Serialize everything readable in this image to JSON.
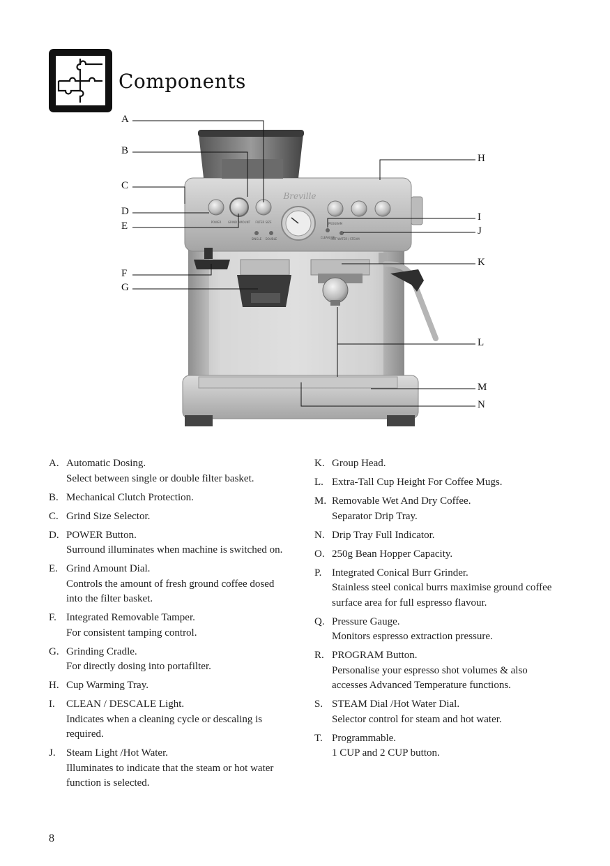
{
  "header": {
    "title": "Components",
    "icon": "puzzle-icon"
  },
  "figure": {
    "brand": "Breville",
    "panel_labels": [
      "POWER",
      "GRIND AMOUNT",
      "FILTER SIZE",
      "SINGLE",
      "DOUBLE",
      "PROGRAM",
      "CLEAN ME",
      "HOT WATER / STEAM"
    ],
    "callouts": [
      "A",
      "B",
      "C",
      "D",
      "E",
      "F",
      "G",
      "H",
      "I",
      "J",
      "K",
      "L",
      "M",
      "N"
    ]
  },
  "components_left": [
    {
      "letter": "A.",
      "name": "Automatic Dosing.",
      "desc": "Select between single or double filter basket."
    },
    {
      "letter": "B.",
      "name": "Mechanical Clutch Protection.",
      "desc": ""
    },
    {
      "letter": "C.",
      "name": "Grind Size Selector.",
      "desc": ""
    },
    {
      "letter": "D.",
      "name": "POWER Button.",
      "desc": "Surround illuminates when machine is switched on."
    },
    {
      "letter": "E.",
      "name": "Grind Amount Dial.",
      "desc": "Controls the amount of fresh ground coffee dosed into the filter basket."
    },
    {
      "letter": "F.",
      "name": "Integrated Removable Tamper.",
      "desc": "For consistent tamping control."
    },
    {
      "letter": "G.",
      "name": "Grinding Cradle.",
      "desc": "For directly dosing into portafilter."
    },
    {
      "letter": "H.",
      "name": "Cup Warming Tray.",
      "desc": ""
    },
    {
      "letter": "I.",
      "name": "CLEAN / DESCALE Light.",
      "desc": "Indicates when a cleaning cycle or descaling is required."
    },
    {
      "letter": "J.",
      "name": "Steam Light /Hot Water.",
      "desc": "Illuminates to indicate that the steam or hot water function is selected."
    }
  ],
  "components_right": [
    {
      "letter": "K.",
      "name": "Group Head.",
      "desc": ""
    },
    {
      "letter": "L.",
      "name": "Extra-Tall Cup Height For Coffee Mugs.",
      "desc": ""
    },
    {
      "letter": "M.",
      "name": "Removable Wet And Dry Coffee.",
      "desc": "Separator Drip Tray."
    },
    {
      "letter": "N.",
      "name": "Drip Tray Full Indicator.",
      "desc": ""
    },
    {
      "letter": "O.",
      "name": "250g Bean Hopper Capacity.",
      "desc": ""
    },
    {
      "letter": "P.",
      "name": "Integrated Conical Burr Grinder.",
      "desc": "Stainless steel conical burrs maximise ground coffee surface area for full espresso flavour."
    },
    {
      "letter": "Q.",
      "name": "Pressure Gauge.",
      "desc": "Monitors espresso extraction pressure."
    },
    {
      "letter": "R.",
      "name": "PROGRAM Button.",
      "desc": "Personalise your espresso shot volumes & also accesses Advanced Temperature functions."
    },
    {
      "letter": "S.",
      "name": "STEAM Dial /Hot Water Dial.",
      "desc": "Selector control for steam and hot water."
    },
    {
      "letter": "T.",
      "name": "Programmable.",
      "desc": "1 CUP and 2 CUP button."
    }
  ],
  "footer": {
    "page_number": "8"
  }
}
